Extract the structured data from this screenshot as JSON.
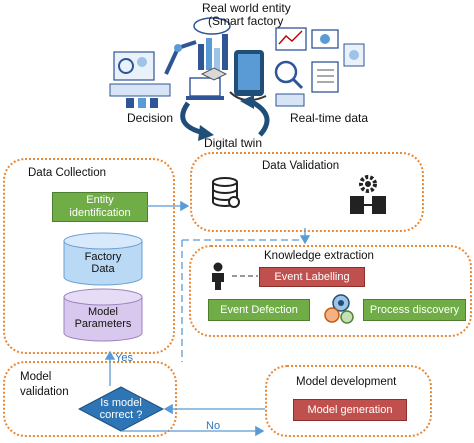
{
  "header": {
    "entity_line1": "Real world entity",
    "entity_line2": "(Smart factory",
    "decision": "Decision",
    "realtime": "Real-time data",
    "digital_twin": "Digital twin"
  },
  "data_collection": {
    "title": "Data Collection",
    "entity_btn": "Entity\nidentification",
    "factory_db": "Factory\nData",
    "model_db": "Model\nParameters"
  },
  "data_validation": {
    "title": "Data Validation"
  },
  "knowledge": {
    "title": "Knowledge extraction",
    "event_labelling": "Event Labelling",
    "event_detection": "Event Defection",
    "process_discovery": "Process discovery"
  },
  "model_validation": {
    "title": "Model\nvalidation",
    "question": "Is model\ncorrect ?",
    "yes": "Yes",
    "no": "No"
  },
  "model_development": {
    "title": "Model development",
    "generation": "Model generation"
  },
  "colors": {
    "green": "#70ad47",
    "red": "#c0504d",
    "purple": "#8064a2",
    "cylinder_blue": "#b9d9f5",
    "cylinder_purple": "#d9c8ee",
    "panel_border": "#e8893a",
    "diamond": "#2e75b6",
    "arrow": "#5b9bd5"
  }
}
